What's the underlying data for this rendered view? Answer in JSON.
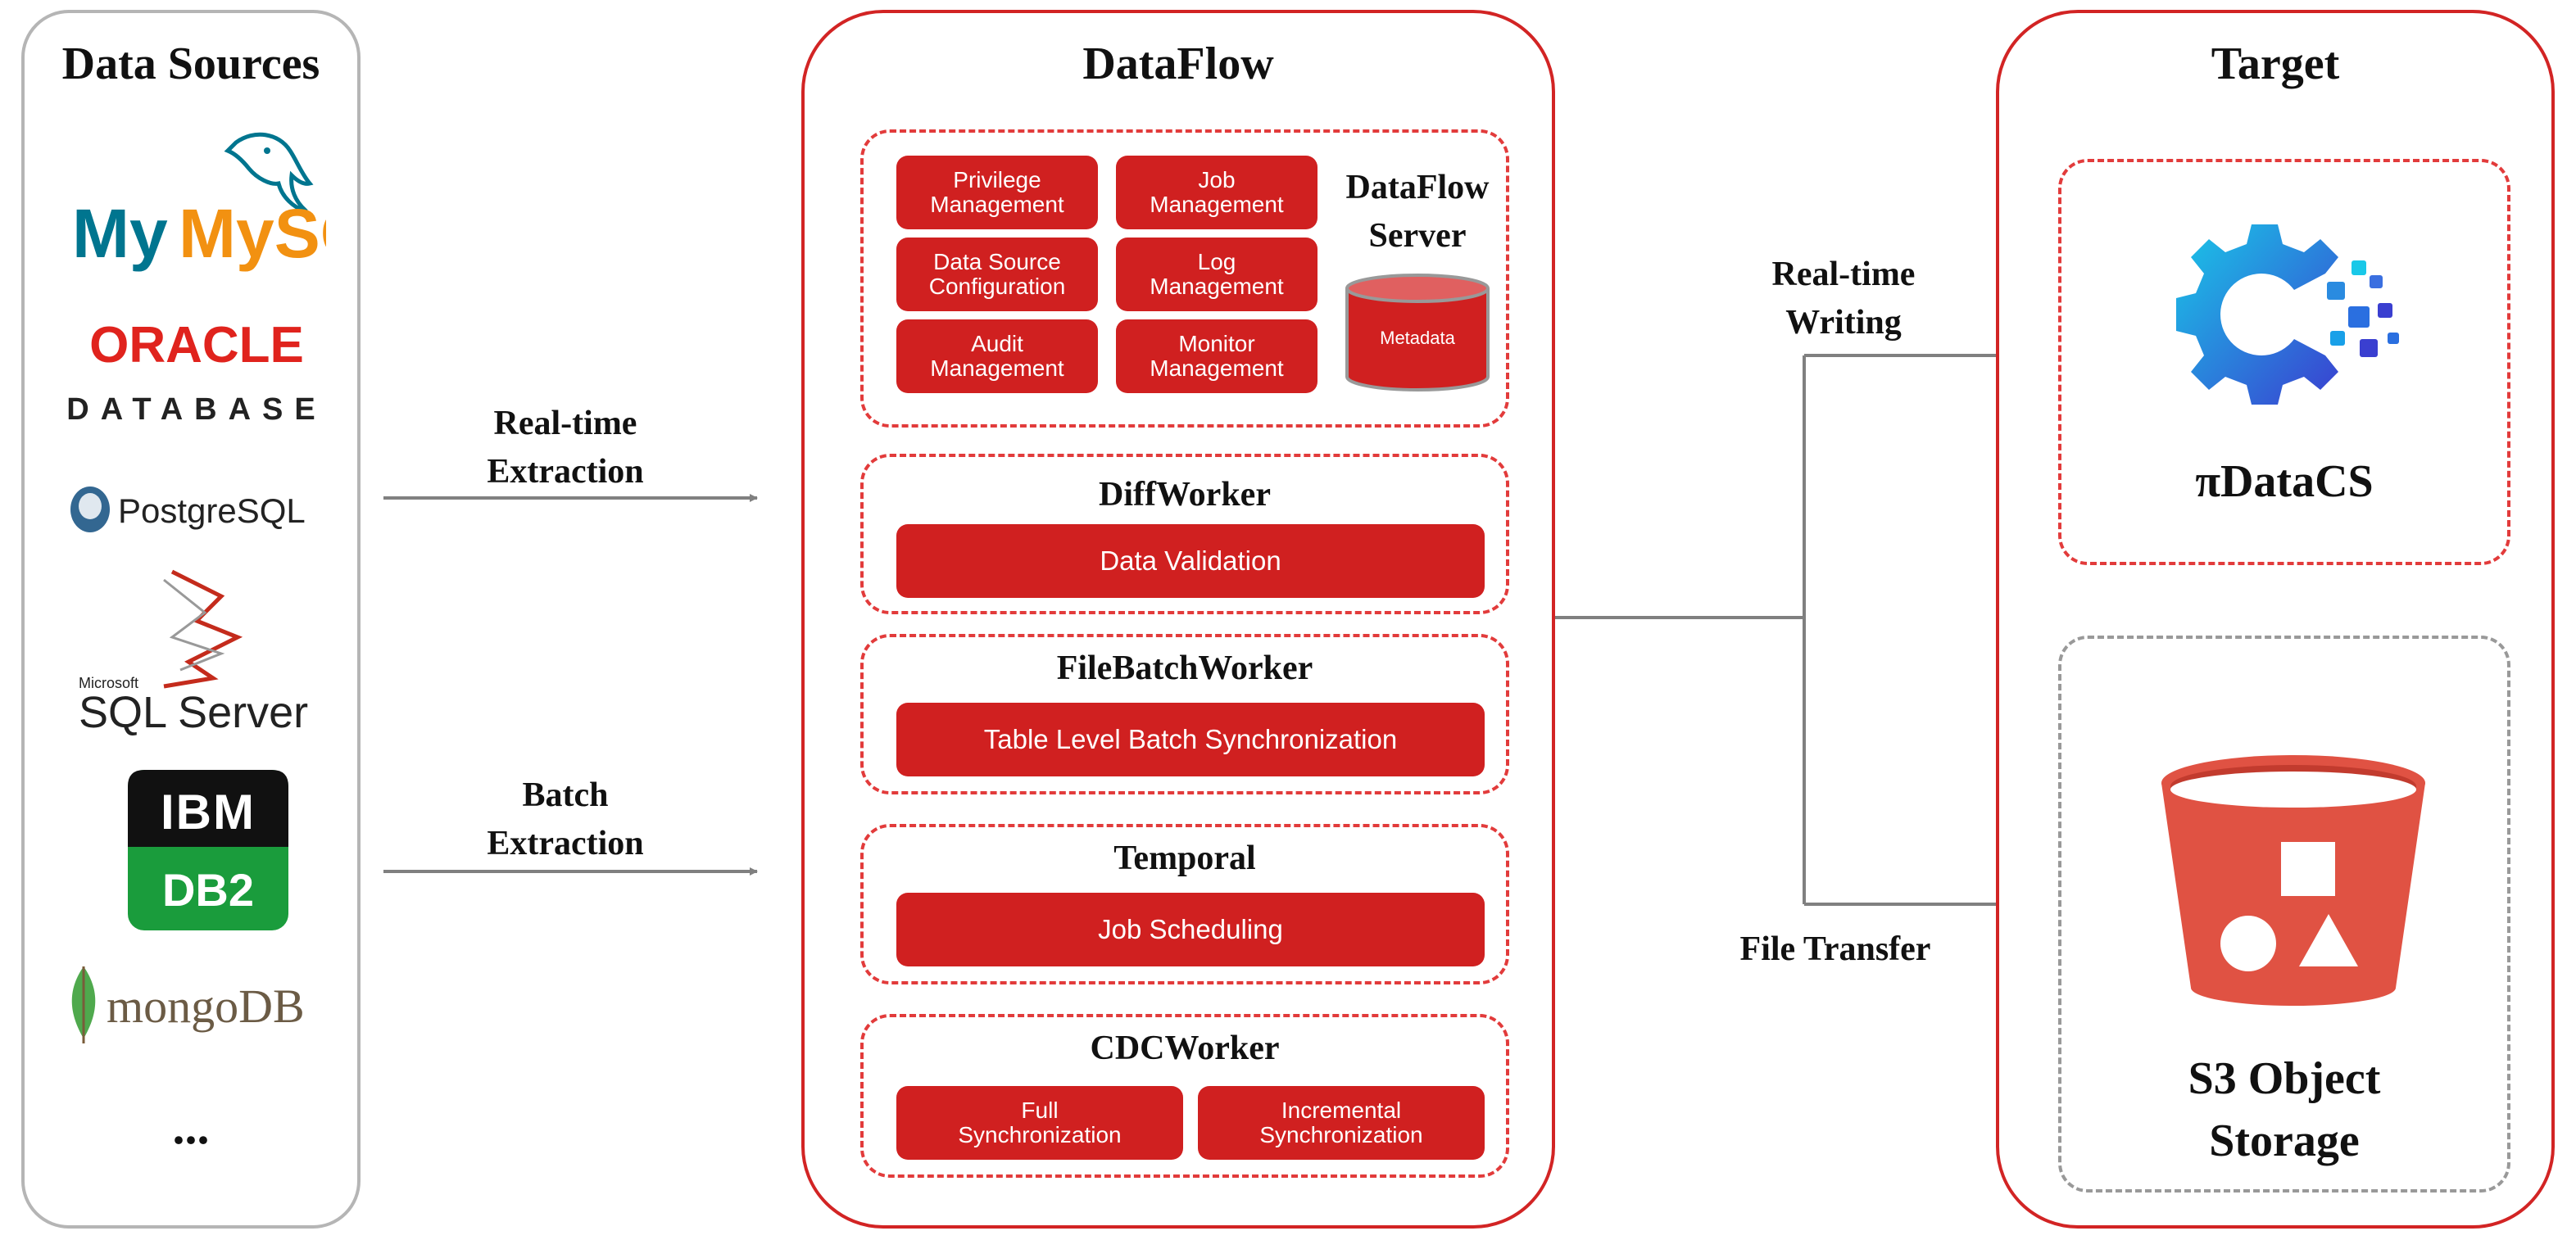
{
  "sources": {
    "title": "Data Sources",
    "logos": {
      "mysql": "MySQL",
      "oracle_top": "ORACLE",
      "oracle_bottom": "DATABASE",
      "postgres": "PostgreSQL",
      "mssql_small": "Microsoft",
      "mssql": "SQL Server",
      "ibm": "IBM",
      "db2": "DB2",
      "mongo": "mongoDB"
    },
    "more": "..."
  },
  "arrows": {
    "realtime_extraction": "Real-time\nExtraction",
    "batch_extraction": "Batch\nExtraction",
    "realtime_writing": "Real-time\nWriting",
    "file_transfer": "File Transfer"
  },
  "dataflow": {
    "title": "DataFlow",
    "server": {
      "label": "DataFlow\nServer",
      "buttons": [
        "Privilege\nManagement",
        "Job\nManagement",
        "Data Source\nConfiguration",
        "Log\nManagement",
        "Audit\nManagement",
        "Monitor\nManagement"
      ],
      "metadata": "Metadata"
    },
    "diffworker": {
      "title": "DiffWorker",
      "button": "Data Validation"
    },
    "filebatch": {
      "title": "FileBatchWorker",
      "button": "Table Level Batch Synchronization"
    },
    "temporal": {
      "title": "Temporal",
      "button": "Job Scheduling"
    },
    "cdc": {
      "title": "CDCWorker",
      "buttons": [
        "Full\nSynchronization",
        "Incremental\nSynchronization"
      ]
    }
  },
  "target": {
    "title": "Target",
    "pidatacs": "πDataCS",
    "s3": "S3 Object\nStorage"
  },
  "colors": {
    "accent_red": "#d02020",
    "dashed_red": "#e23b3b",
    "arrow_gray": "#808080"
  }
}
